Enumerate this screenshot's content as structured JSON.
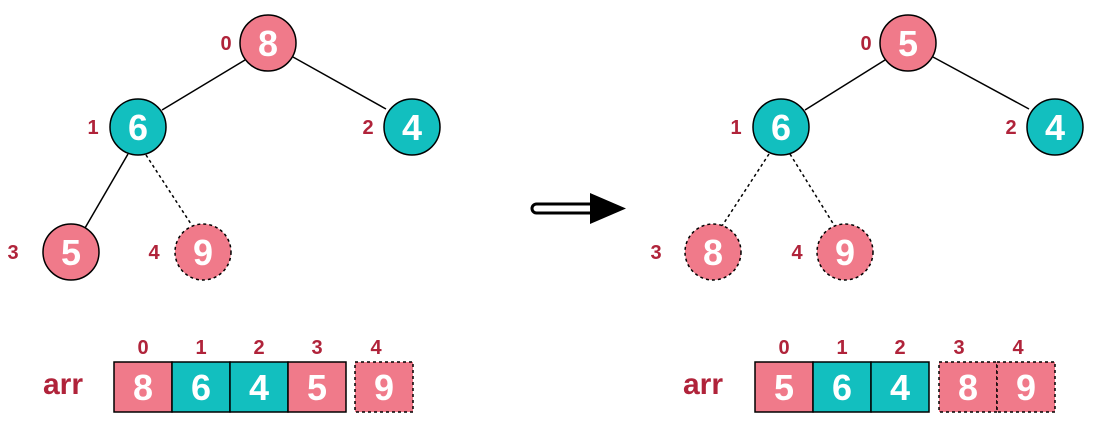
{
  "colors": {
    "pink": "#f07a8a",
    "teal": "#12bfbf",
    "label": "#b0233a",
    "stroke": "#000000"
  },
  "arrow_icon": "right-arrow-icon",
  "before": {
    "nodes": [
      {
        "index": "0",
        "value": "8",
        "color": "pink",
        "dashed": false
      },
      {
        "index": "1",
        "value": "6",
        "color": "teal",
        "dashed": false
      },
      {
        "index": "2",
        "value": "4",
        "color": "teal",
        "dashed": false
      },
      {
        "index": "3",
        "value": "5",
        "color": "pink",
        "dashed": false
      },
      {
        "index": "4",
        "value": "9",
        "color": "pink",
        "dashed": true
      }
    ],
    "edges": [
      {
        "from": 0,
        "to": 1,
        "dashed": false
      },
      {
        "from": 0,
        "to": 2,
        "dashed": false
      },
      {
        "from": 1,
        "to": 3,
        "dashed": false
      },
      {
        "from": 1,
        "to": 4,
        "dashed": true
      }
    ],
    "array": {
      "label": "arr",
      "cells": [
        {
          "index": "0",
          "value": "8",
          "color": "pink",
          "dashed": false
        },
        {
          "index": "1",
          "value": "6",
          "color": "teal",
          "dashed": false
        },
        {
          "index": "2",
          "value": "4",
          "color": "teal",
          "dashed": false
        },
        {
          "index": "3",
          "value": "5",
          "color": "pink",
          "dashed": false
        },
        {
          "index": "4",
          "value": "9",
          "color": "pink",
          "dashed": true
        }
      ]
    }
  },
  "after": {
    "nodes": [
      {
        "index": "0",
        "value": "5",
        "color": "pink",
        "dashed": false
      },
      {
        "index": "1",
        "value": "6",
        "color": "teal",
        "dashed": false
      },
      {
        "index": "2",
        "value": "4",
        "color": "teal",
        "dashed": false
      },
      {
        "index": "3",
        "value": "8",
        "color": "pink",
        "dashed": true
      },
      {
        "index": "4",
        "value": "9",
        "color": "pink",
        "dashed": true
      }
    ],
    "edges": [
      {
        "from": 0,
        "to": 1,
        "dashed": false
      },
      {
        "from": 0,
        "to": 2,
        "dashed": false
      },
      {
        "from": 1,
        "to": 3,
        "dashed": true
      },
      {
        "from": 1,
        "to": 4,
        "dashed": true
      }
    ],
    "array": {
      "label": "arr",
      "cells": [
        {
          "index": "0",
          "value": "5",
          "color": "pink",
          "dashed": false
        },
        {
          "index": "1",
          "value": "6",
          "color": "teal",
          "dashed": false
        },
        {
          "index": "2",
          "value": "4",
          "color": "teal",
          "dashed": false
        },
        {
          "index": "3",
          "value": "8",
          "color": "pink",
          "dashed": true
        },
        {
          "index": "4",
          "value": "9",
          "color": "pink",
          "dashed": true
        }
      ]
    }
  }
}
